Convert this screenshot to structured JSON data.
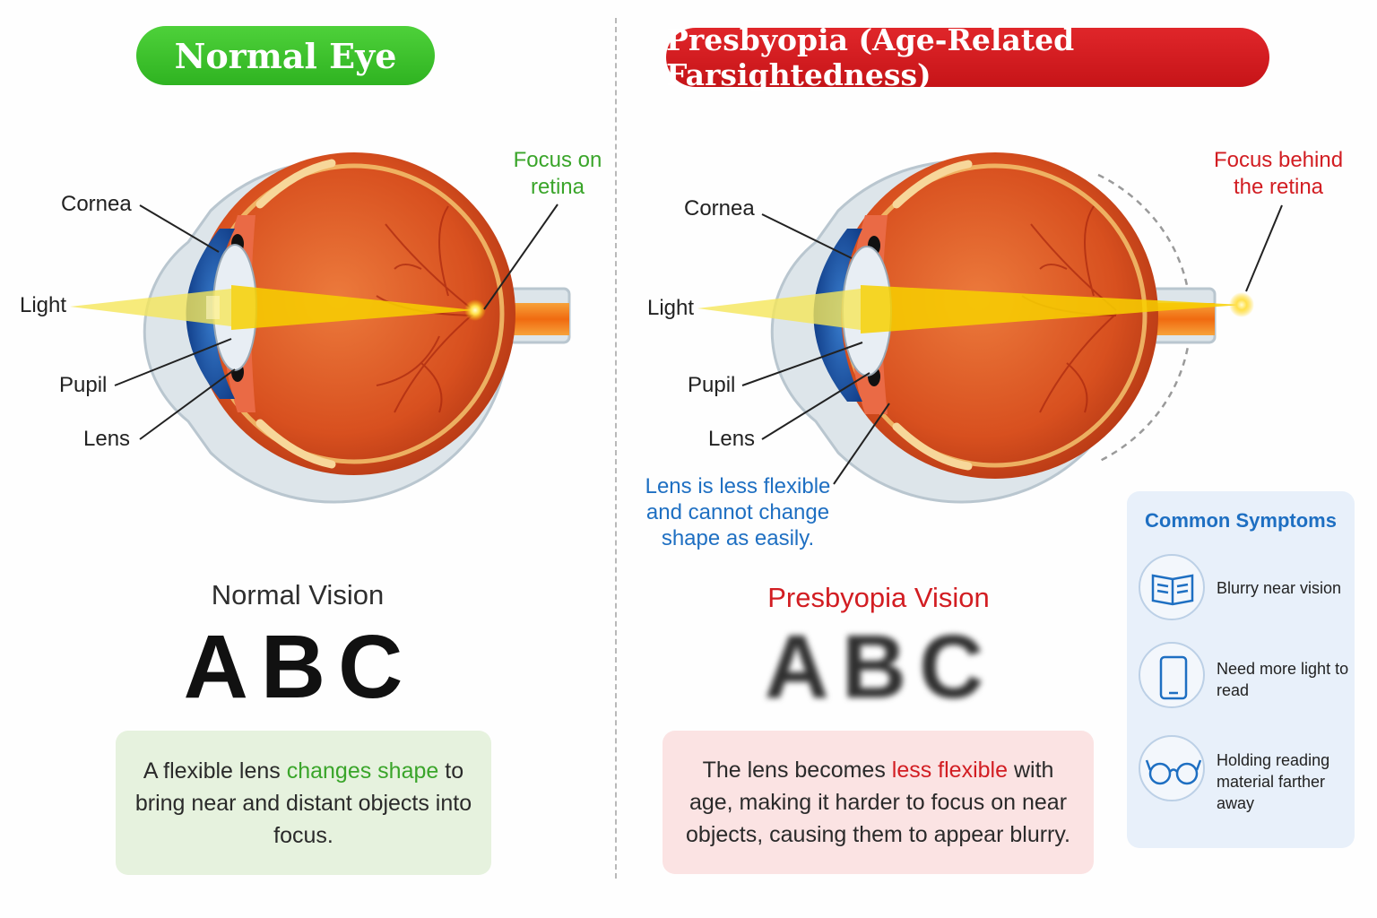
{
  "panels": {
    "normal": {
      "title": "Normal Eye",
      "labels": {
        "cornea": "Cornea",
        "light": "Light",
        "pupil": "Pupil",
        "lens": "Lens"
      },
      "focus_callout": [
        "Focus on",
        "retina"
      ],
      "vision_title": "Normal Vision",
      "sample_letters": "ABC",
      "explanation": {
        "before": "A flexible lens ",
        "highlight": "changes shape",
        "after": " to bring near and distant objects into focus."
      }
    },
    "presbyopia": {
      "title": "Presbyopia (Age-Related Farsightedness)",
      "labels": {
        "cornea": "Cornea",
        "light": "Light",
        "pupil": "Pupil",
        "lens": "Lens"
      },
      "focus_callout": [
        "Focus behind",
        "the retina"
      ],
      "lens_callout": [
        "Lens is less flexible",
        "and cannot change",
        "shape as easily."
      ],
      "vision_title": "Presbyopia Vision",
      "sample_letters": "ABC",
      "explanation": {
        "before": "The lens becomes ",
        "highlight": "less flexible",
        "after": " with age, making it harder to focus on near objects, causing them to appear blurry."
      }
    }
  },
  "symptoms": {
    "title": "Common Symptoms",
    "items": [
      {
        "icon": "open-book-icon",
        "text": "Blurry near vision"
      },
      {
        "icon": "smartphone-icon",
        "text": "Need more light to read"
      },
      {
        "icon": "glasses-icon",
        "text": "Holding reading material farther away"
      }
    ]
  },
  "colors": {
    "normal_accent": "#3aa52a",
    "presbyopia_accent": "#d21d22",
    "info_blue": "#1e6fc2",
    "eyeball": "#d8501f",
    "light_beam": "#f5d000"
  }
}
